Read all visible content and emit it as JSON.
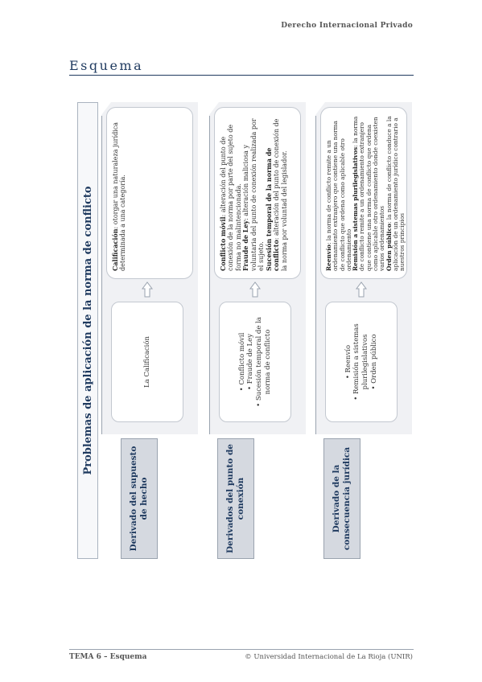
{
  "header": {
    "title": "Derecho Internacional Privado"
  },
  "section": {
    "title": "Esquema"
  },
  "diagram": {
    "main_title": "Problemas de aplicación de la norma de conflicto",
    "columns": [
      {
        "heading": "Derivado del supuesto de hecho",
        "items": [
          "La Calificación"
        ],
        "definitions": [
          {
            "term": "Calificación",
            "text": ": otorgar una naturaleza jurídica determinada a una categoría."
          }
        ]
      },
      {
        "heading": "Derivados del punto de conexión",
        "items": [
          "• Conflicto móvil",
          "• Fraude de Ley",
          "• Sucesión temporal de la norma de conflicto"
        ],
        "definitions": [
          {
            "term": "Conflicto móvil",
            "text": ": alteración del punto de conexión de la norma por parte del sujeto de forma no malintencionada."
          },
          {
            "term": "Fraude de Ley",
            "text": ": alteración maliciosa y voluntaria del punto de conexión realizada por el sujeto."
          },
          {
            "term": "Sucesión temporal de la norma de conflicto",
            "text": ": alteración del punto de conexión de la norma por voluntad del legislador."
          }
        ]
      },
      {
        "heading": "Derivado de la consecuencia jurídica",
        "items": [
          "• Reenvío",
          "• Remisión a sistemas plurilegislativos",
          "• Orden público"
        ],
        "definitions": [
          {
            "term": "Reenvío",
            "text": ": la norma de conflicto remite a un ordenamiento extranjero que contiene una norma de conflicto que ordena como aplicable otro ordenamiento"
          },
          {
            "term": "Remisión a sistemas plurilegislativos",
            "text": ": la norma de conflicto remite a un ordenamiento extranjero que contiene una norma de conflicto que ordena como aplicable otro ordenamiento donde coexisten varios ordenamientos"
          },
          {
            "term": "Orden público",
            "text": ": la norma de conflicto conduce a la aplicación de un ordenamiento jurídico contrario a nuestros principios"
          }
        ]
      }
    ]
  },
  "footer": {
    "left": "TEMA 6 – Esquema",
    "right": "© Universidad Internacional de La Rioja (UNIR)"
  }
}
